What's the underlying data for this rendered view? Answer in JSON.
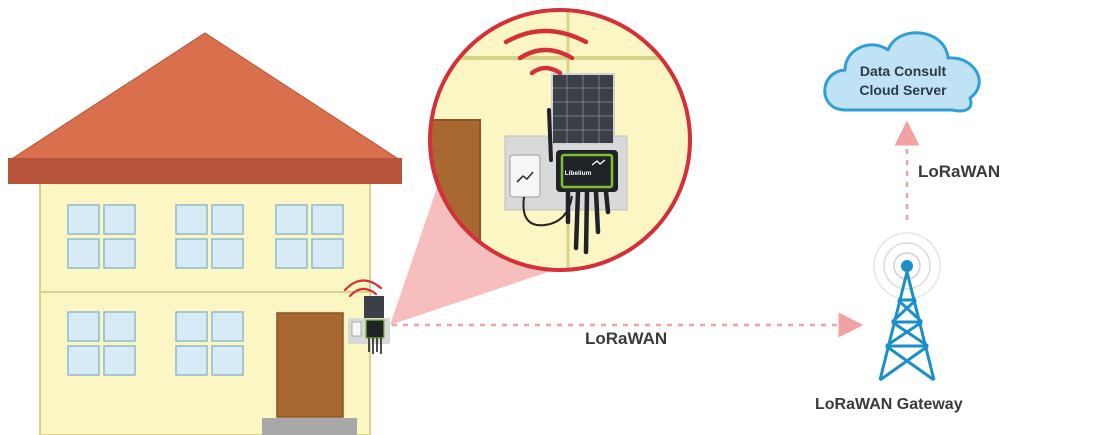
{
  "labels": {
    "link_horizontal": "LoRaWAN",
    "link_vertical": "LoRaWAN",
    "gateway": "LoRaWAN Gateway",
    "cloud_line1": "Data Consult",
    "cloud_line2": "Cloud Server"
  },
  "device": {
    "brand_text": "Libelium"
  },
  "colors": {
    "roof": "#d96f4c",
    "roof_edge": "#b5543a",
    "wall": "#fbf6c4",
    "wall_edge": "#d8d38a",
    "window": "#d6ebf5",
    "door": "#a96832",
    "arrow": "#f2a2a2",
    "zoom_circle": "#d4303a",
    "tower": "#1b8fc7",
    "cloud": "#bfe3f4"
  },
  "icons": [
    "house-icon",
    "sensor-device-icon",
    "solar-panel-icon",
    "wifi-signal-icon",
    "tower-icon",
    "cloud-icon",
    "arrow-right-icon",
    "arrow-up-icon"
  ]
}
